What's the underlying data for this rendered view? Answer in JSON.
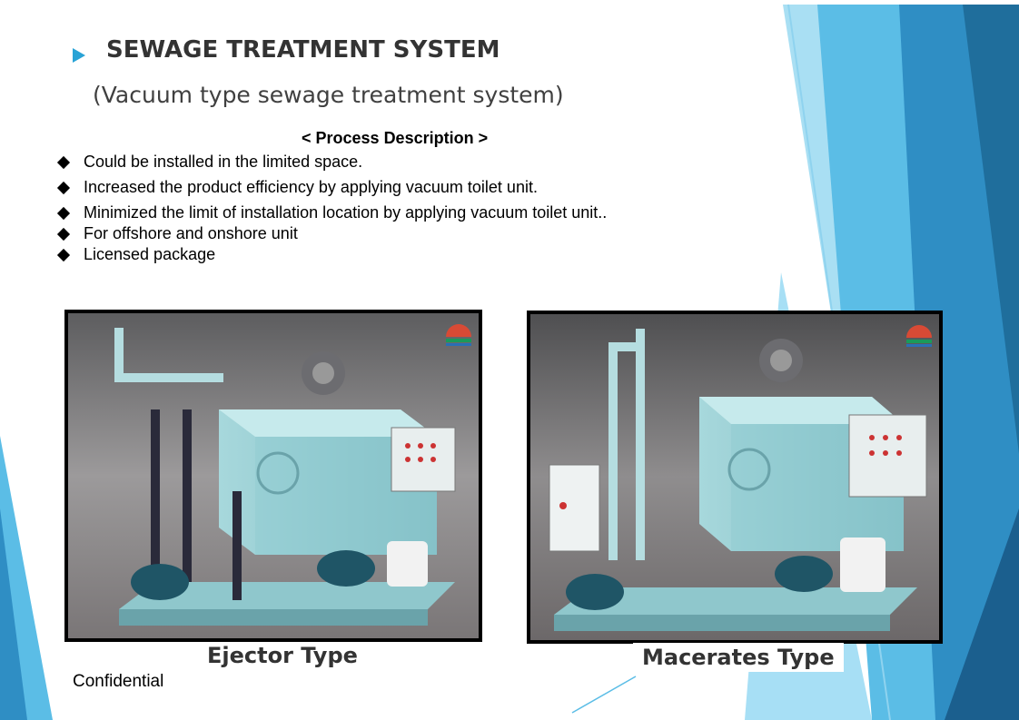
{
  "slide": {
    "title": "SEWAGE TREATMENT SYSTEM",
    "subtitle": "(Vacuum type sewage treatment system)",
    "section_heading": "< Process Description >",
    "bullets": [
      "Could be installed in the limited space.",
      "Increased the product efficiency by applying vacuum toilet unit.",
      "Minimized the limit of installation location by applying vacuum toilet unit..",
      "For offshore and onshore unit",
      "Licensed package"
    ],
    "images": [
      {
        "caption": "Ejector Type",
        "icon": "ejector-sewage-unit-image"
      },
      {
        "caption": "Macerates Type",
        "icon": "macerator-sewage-unit-image"
      }
    ],
    "footer": "Confidential"
  },
  "colors": {
    "accent": "#29a3d6",
    "deco_dark": "#1f6e9c",
    "deco_light": "#8fd3ef",
    "text": "#333333"
  }
}
